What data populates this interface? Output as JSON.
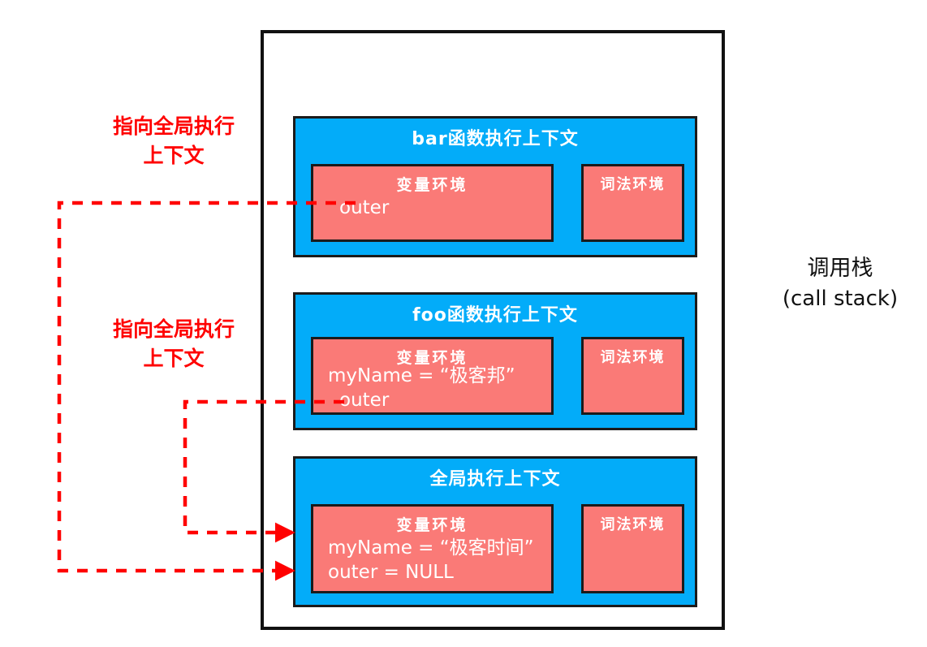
{
  "diagram": {
    "caption": {
      "zh": "调用栈",
      "en": "(call stack)"
    },
    "annotations": [
      {
        "id": "note-bar-outer",
        "text": "指向全局执行\n上下文"
      },
      {
        "id": "note-foo-outer",
        "text": "指向全局执行\n上下文"
      }
    ],
    "colors": {
      "context_block": "#03ACF9",
      "environment_box": "#FA7A77",
      "border": "#1b1b1b",
      "frame": "#111111",
      "connector": "#FF0000",
      "text_on_fill": "#FFFFFF",
      "background": "#FFFFFF"
    },
    "contexts": [
      {
        "id": "bar",
        "title": "bar函数执行上下文",
        "variable_environment": {
          "title": "变量环境",
          "lines": [
            "outer"
          ]
        },
        "lexical_environment": {
          "title": "词法环境",
          "lines": []
        }
      },
      {
        "id": "foo",
        "title": "foo函数执行上下文",
        "variable_environment": {
          "title": "变量环境",
          "lines": [
            "myName = “极客邦”",
            "outer"
          ]
        },
        "lexical_environment": {
          "title": "词法环境",
          "lines": []
        }
      },
      {
        "id": "global",
        "title": "全局执行上下文",
        "variable_environment": {
          "title": "变量环境",
          "lines": [
            "myName = “极客时间”",
            "outer = NULL"
          ]
        },
        "lexical_environment": {
          "title": "词法环境",
          "lines": []
        }
      }
    ]
  }
}
